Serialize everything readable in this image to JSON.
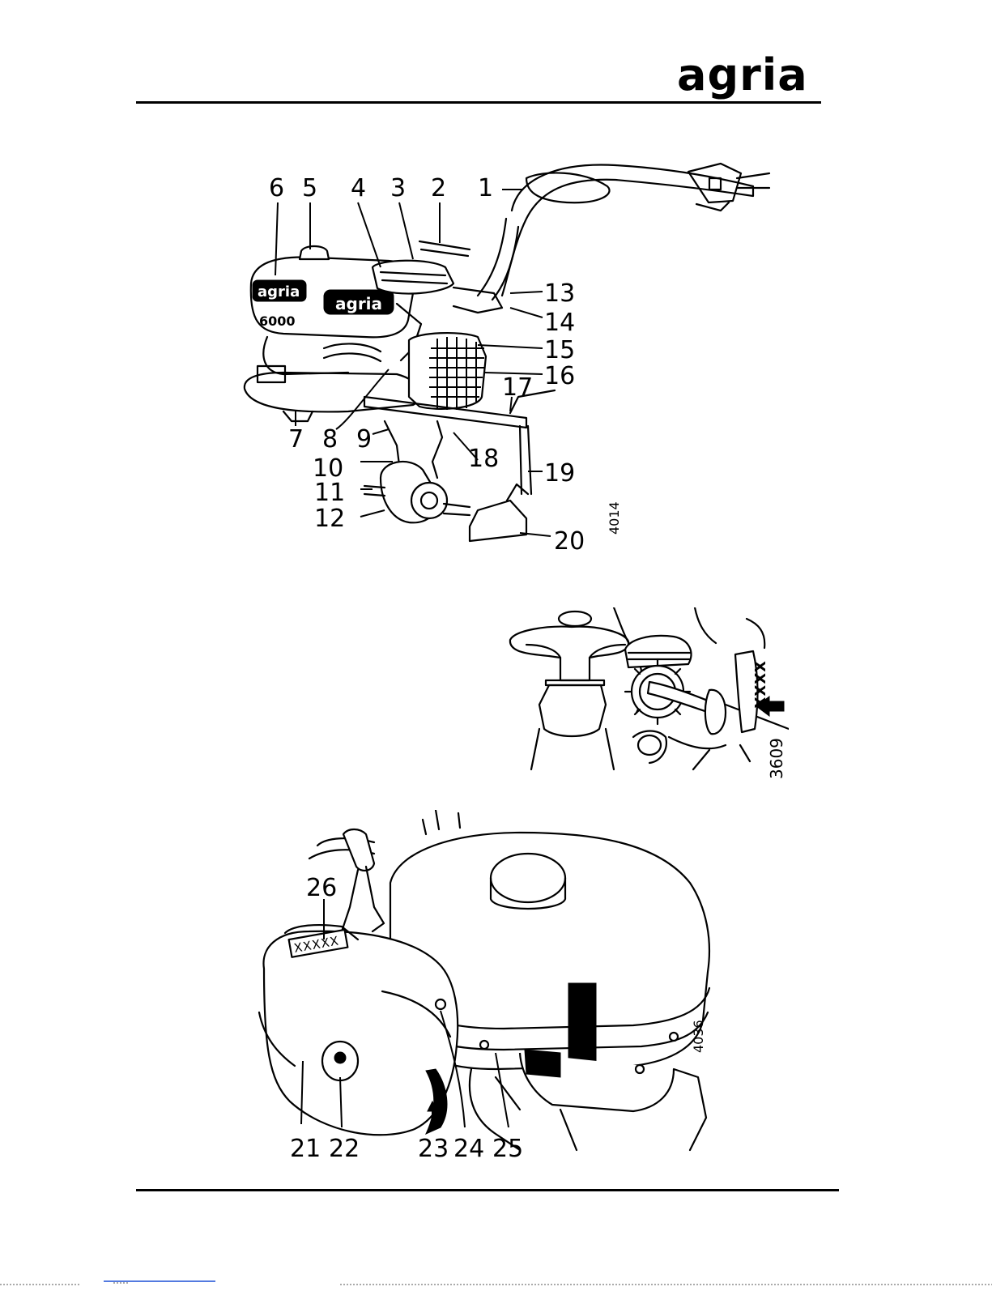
{
  "header": {
    "brand": "agria"
  },
  "figures": [
    {
      "id": "fig-machine-overview",
      "code": "4014",
      "callouts": [
        "1",
        "2",
        "3",
        "4",
        "5",
        "6",
        "7",
        "8",
        "9",
        "10",
        "11",
        "12",
        "13",
        "14",
        "15",
        "16",
        "17",
        "18",
        "19",
        "20"
      ],
      "decal_tank_brand": "agria",
      "decal_side_brand": "agria",
      "decal_model": "6000"
    },
    {
      "id": "fig-serial-number",
      "code": "3609",
      "stamp": "XXXX"
    },
    {
      "id": "fig-engine-detail",
      "code": "4036",
      "callouts": [
        "21",
        "22",
        "23",
        "24",
        "25",
        "26"
      ],
      "stamp": "XXXXX"
    }
  ],
  "colors": {
    "ink": "#000000",
    "paper": "#ffffff",
    "footer_link": "#1a4fd6"
  }
}
